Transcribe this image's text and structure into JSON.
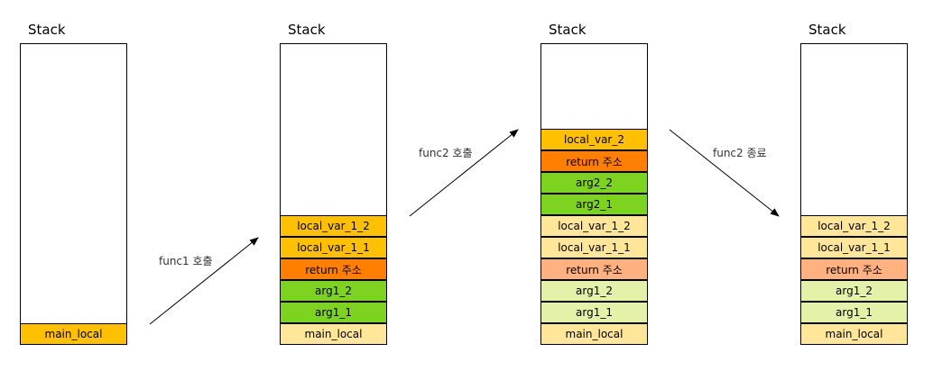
{
  "stacks": [
    {
      "title": "Stack",
      "cells": [
        {
          "label": "main_local",
          "color": "#FFC000"
        }
      ]
    },
    {
      "title": "Stack",
      "cells": [
        {
          "label": "local_var_1_2",
          "color": "#FFC000"
        },
        {
          "label": "local_var_1_1",
          "color": "#FFC000"
        },
        {
          "label": "return  주소",
          "color": "#FF8000"
        },
        {
          "label": "arg1_2",
          "color": "#7ED321"
        },
        {
          "label": "arg1_1",
          "color": "#7ED321"
        },
        {
          "label": "main_local",
          "color": "#FFE699"
        }
      ]
    },
    {
      "title": "Stack",
      "cells": [
        {
          "label": "local_var_2",
          "color": "#FFC000"
        },
        {
          "label": "return  주소",
          "color": "#FF8000"
        },
        {
          "label": "arg2_2",
          "color": "#7ED321"
        },
        {
          "label": "arg2_1",
          "color": "#7ED321"
        },
        {
          "label": "local_var_1_2",
          "color": "#FFE699"
        },
        {
          "label": "local_var_1_1",
          "color": "#FFE699"
        },
        {
          "label": "return  주소",
          "color": "#FFB27F"
        },
        {
          "label": "arg1_2",
          "color": "#E4F1A8"
        },
        {
          "label": "arg1_1",
          "color": "#E4F1A8"
        },
        {
          "label": "main_local",
          "color": "#FFE699"
        }
      ]
    },
    {
      "title": "Stack",
      "cells": [
        {
          "label": "local_var_1_2",
          "color": "#FFE699"
        },
        {
          "label": "local_var_1_1",
          "color": "#FFE699"
        },
        {
          "label": "return  주소",
          "color": "#FFB27F"
        },
        {
          "label": "arg1_2",
          "color": "#E4F1A8"
        },
        {
          "label": "arg1_1",
          "color": "#E4F1A8"
        },
        {
          "label": "main_local",
          "color": "#FFE699"
        }
      ]
    }
  ],
  "arrows": [
    {
      "label": "func1  호출"
    },
    {
      "label": "func2  호출"
    },
    {
      "label": "func2  종료"
    }
  ]
}
